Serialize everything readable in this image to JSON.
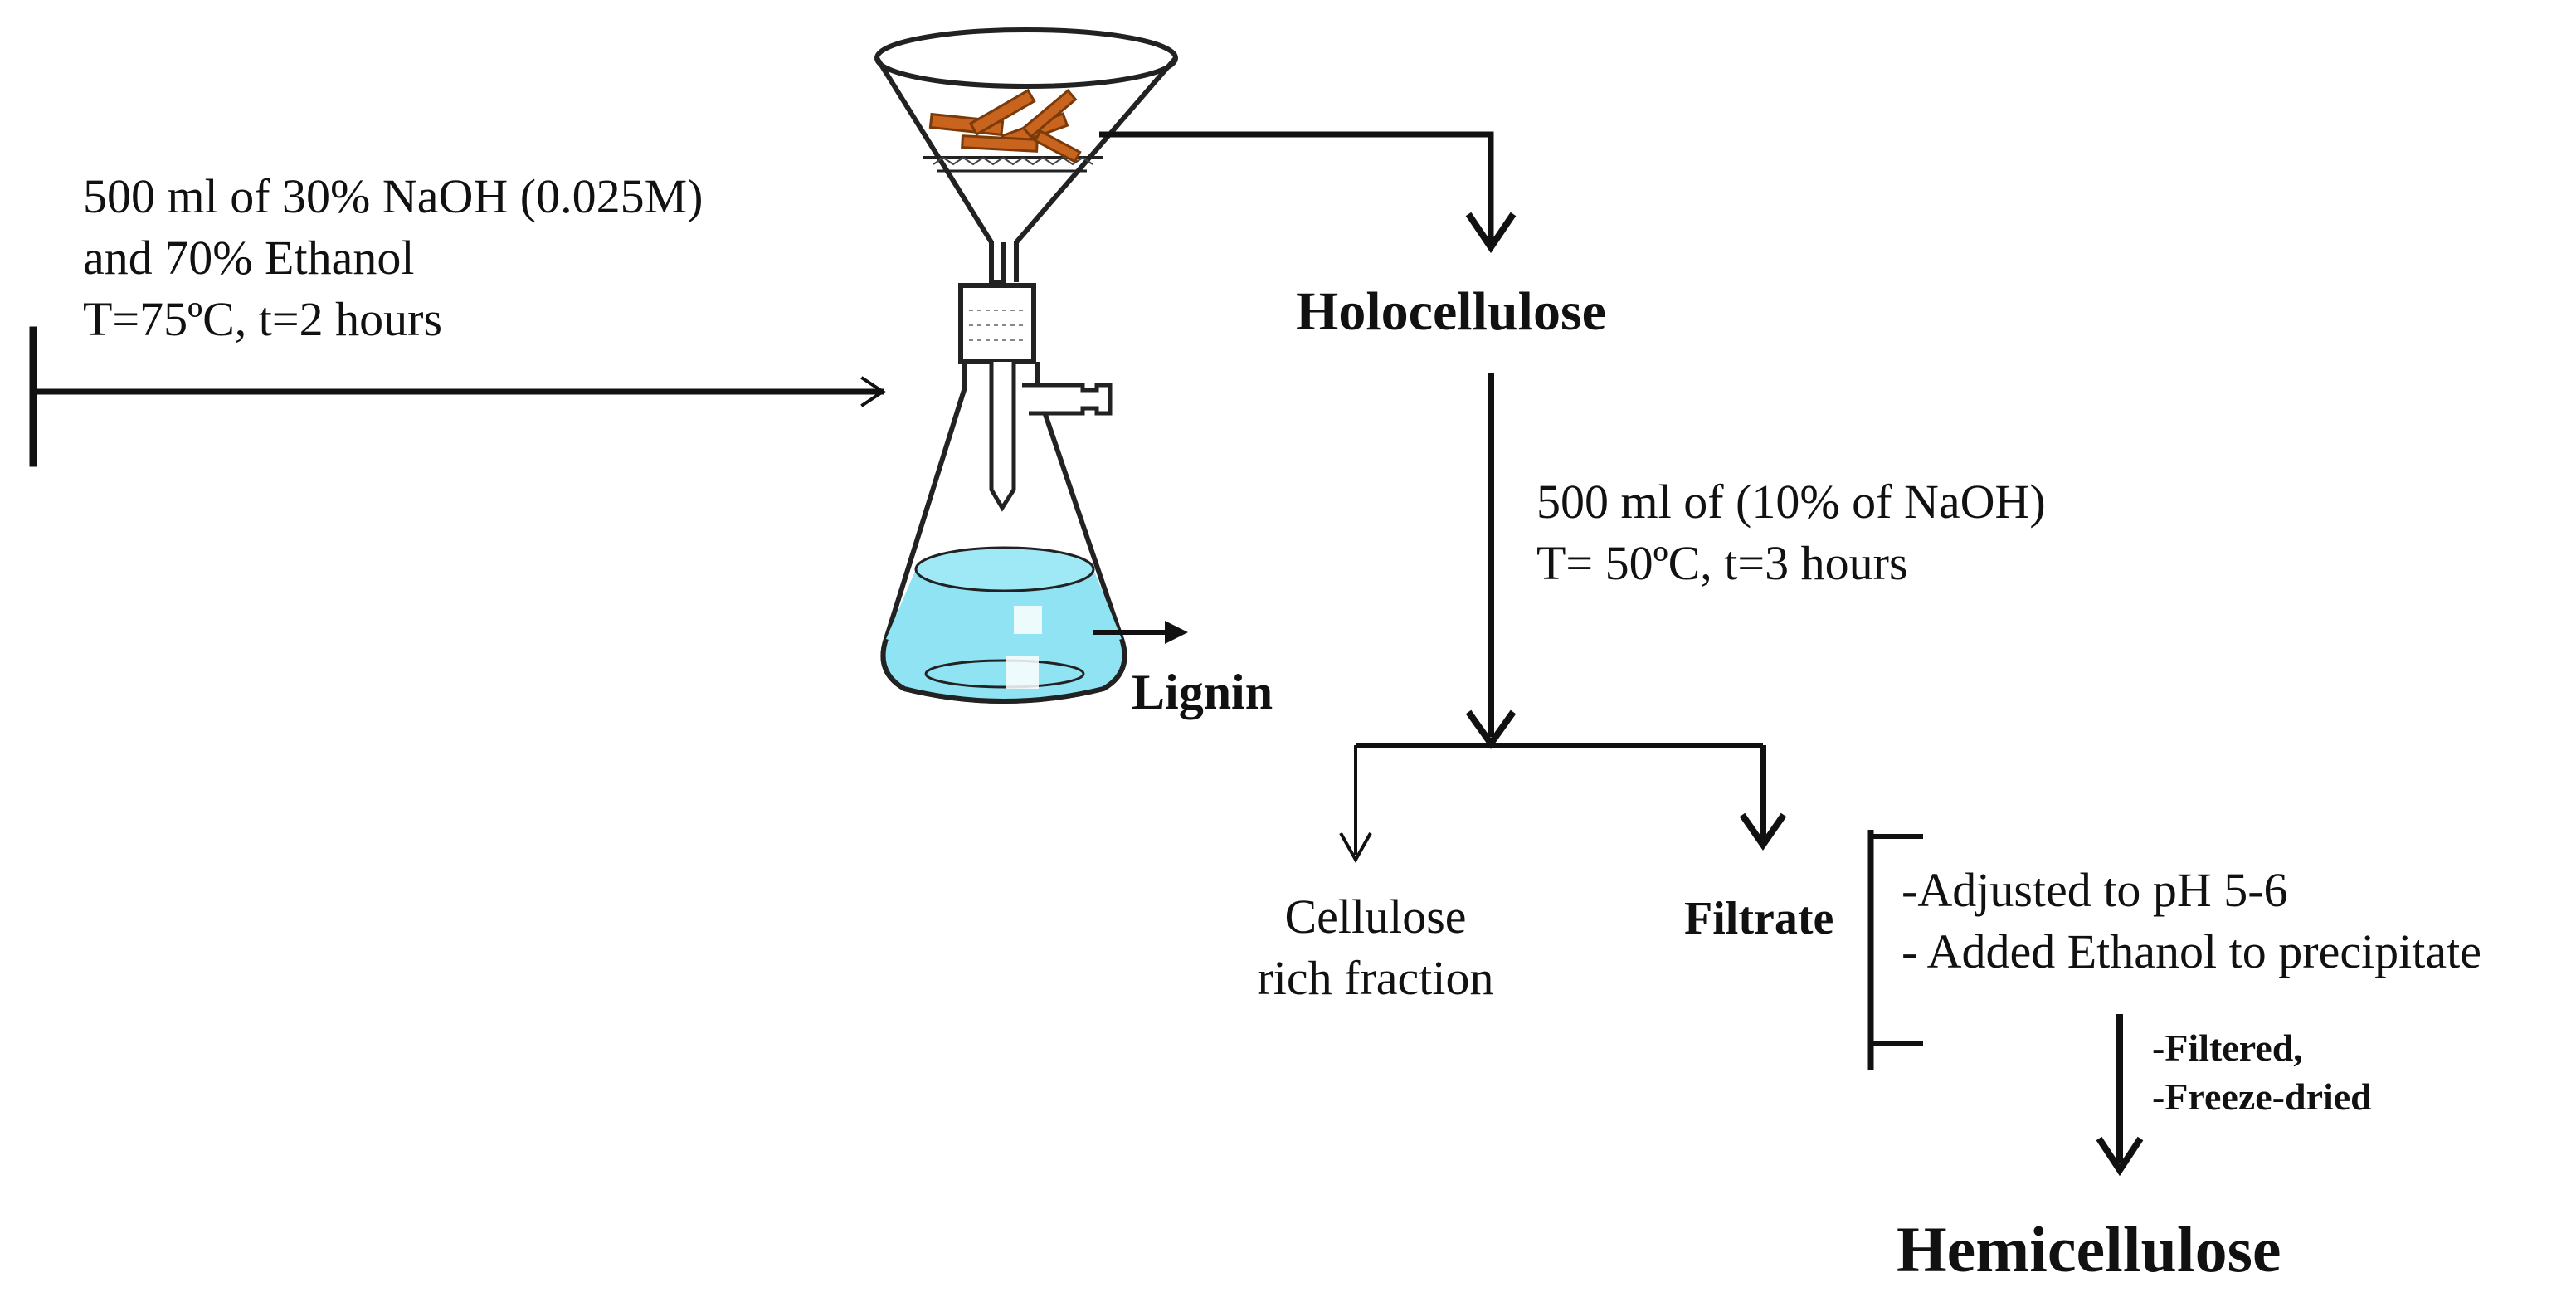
{
  "stage1": {
    "conditions": [
      "500 ml of  30%  NaOH (0.025M)",
      "and 70% Ethanol",
      "T=75ºC, t=2 hours"
    ]
  },
  "products": {
    "holocellulose": "Holocellulose",
    "lignin": "Lignin",
    "cellulose": [
      "Cellulose",
      "rich fraction"
    ],
    "filtrate": "Filtrate",
    "hemicellulose": "Hemicellulose"
  },
  "stage2": {
    "conditions": [
      "500 ml of (10% of NaOH)",
      "T= 50ºC, t=3 hours"
    ]
  },
  "stage3": {
    "steps": [
      "-Adjusted to pH 5-6",
      "- Added Ethanol to precipitate"
    ]
  },
  "stage4": {
    "steps": [
      "-Filtered,",
      "-Freeze-dried"
    ]
  },
  "colors": {
    "line": "#111111",
    "liquid": "#8fe3f2",
    "liquid_highlight": "#ffffff",
    "biomass": "#c8641e",
    "glass": "#222222"
  },
  "icons": [
    "funnel-icon",
    "filter-flask-icon",
    "biomass-chips-icon"
  ]
}
